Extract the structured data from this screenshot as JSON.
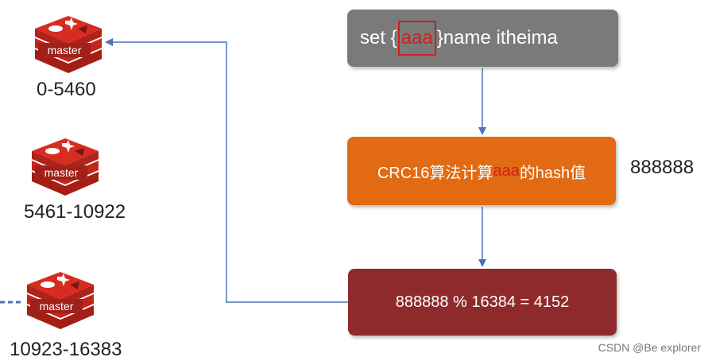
{
  "nodes": [
    {
      "badge": "master",
      "range": "0-5460"
    },
    {
      "badge": "master",
      "range": "5461-10922"
    },
    {
      "badge": "master",
      "range": "10923-16383"
    }
  ],
  "command": {
    "prefix": "set {",
    "key": "aaa",
    "suffix": "}name itheima"
  },
  "crc": {
    "prefix": "CRC16算法计算",
    "key": "aaa",
    "suffix": "的hash值"
  },
  "hash_value": "888888",
  "modulo": "888888 % 16384 = 4152",
  "watermark": "CSDN @Be explorer",
  "colors": {
    "command_box": "#7a7a7a",
    "crc_box": "#e26a12",
    "modulo_box": "#8f2a2c",
    "highlight": "#d21f1f",
    "arrow": "#4a72b8",
    "redis_red": "#d82c20"
  }
}
